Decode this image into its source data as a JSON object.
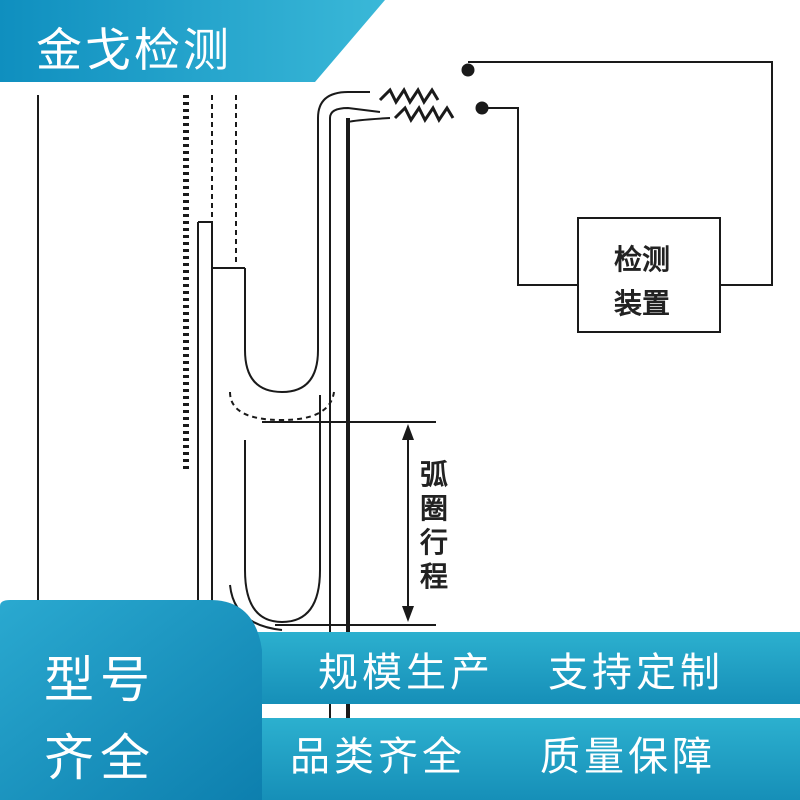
{
  "brand": {
    "name": "金戈检测"
  },
  "diagram": {
    "box_line1": "检测",
    "box_line2": "装置",
    "arc_label": "弧圈行程"
  },
  "badges": {
    "side_line1": "型号",
    "side_line2": "齐全",
    "slogan1a": "规模生产",
    "slogan1b": "支持定制",
    "slogan2a": "品类齐全",
    "slogan2b": "质量保障"
  },
  "colors": {
    "accent": "#1da1c8",
    "accent_dark": "#0a87b3",
    "line": "#1a1a1a"
  }
}
